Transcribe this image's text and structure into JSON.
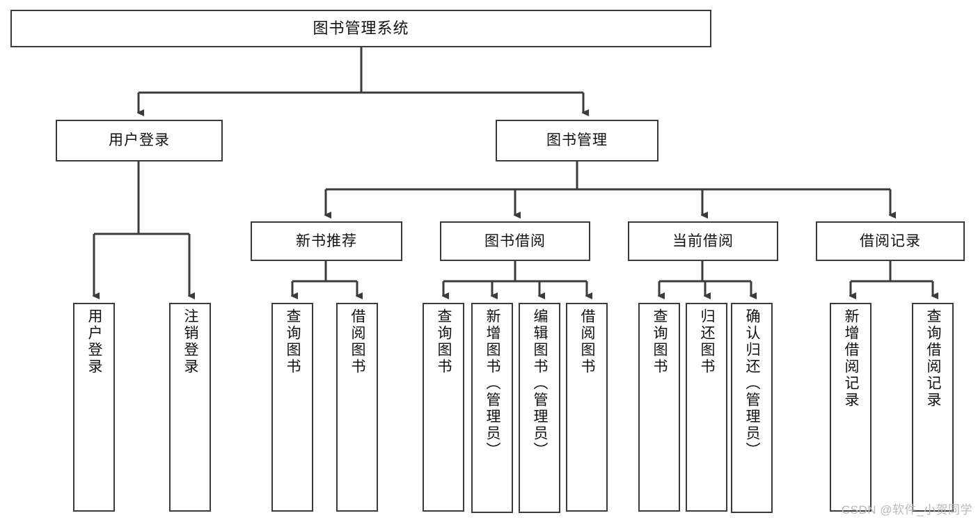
{
  "diagram": {
    "title": "图书管理系统",
    "watermark": "CSDN @软件_小贺同学",
    "colors": {
      "border": "#3b3b3b",
      "fill": "#ffffff",
      "text": "#111111",
      "watermark": "#b9b9b9"
    },
    "root": {
      "label": "图书管理系统"
    },
    "level1": [
      {
        "label": "用户登录"
      },
      {
        "label": "图书管理"
      }
    ],
    "level2": [
      {
        "label": "新书推荐"
      },
      {
        "label": "图书借阅"
      },
      {
        "label": "当前借阅"
      },
      {
        "label": "借阅记录"
      }
    ],
    "leaves": {
      "user_login": [
        {
          "label": "用户登录"
        },
        {
          "label": "注销登录"
        }
      ],
      "new_book_recommend": [
        {
          "label": "查询图书"
        },
        {
          "label": "借阅图书"
        }
      ],
      "book_borrow": [
        {
          "label": "查询图书"
        },
        {
          "label": "新增图书（管理员）"
        },
        {
          "label": "编辑图书（管理员）"
        },
        {
          "label": "借阅图书"
        }
      ],
      "current_borrow": [
        {
          "label": "查询图书"
        },
        {
          "label": "归还图书"
        },
        {
          "label": "确认归还（管理员）"
        }
      ],
      "borrow_record": [
        {
          "label": "新增借阅记录"
        },
        {
          "label": "查询借阅记录"
        }
      ]
    }
  }
}
